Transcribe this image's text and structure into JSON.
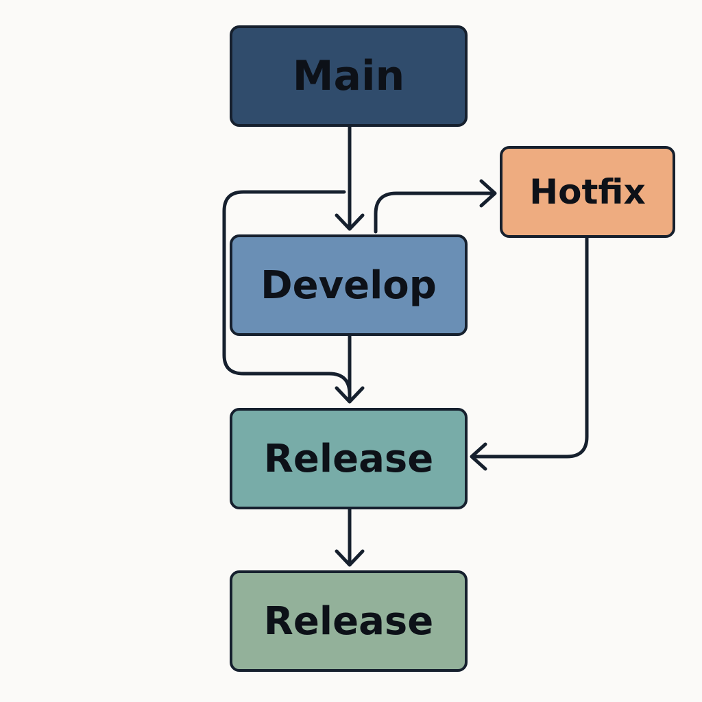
{
  "nodes": {
    "main": {
      "label": "Main",
      "color": "#304c6c"
    },
    "develop": {
      "label": "Develop",
      "color": "#6a8fb5"
    },
    "hotfix": {
      "label": "Hotfix",
      "color": "#eeac80"
    },
    "release": {
      "label": "Release",
      "color": "#78aca8"
    },
    "release_2": {
      "label": "Release",
      "color": "#93b19a"
    }
  },
  "edges": [
    {
      "from": "main",
      "to": "develop"
    },
    {
      "from": "main",
      "to": "release"
    },
    {
      "from": "develop",
      "to": "hotfix"
    },
    {
      "from": "develop",
      "to": "release"
    },
    {
      "from": "hotfix",
      "to": "release"
    },
    {
      "from": "release",
      "to": "release_2"
    }
  ],
  "colors": {
    "background": "#fbfaf8",
    "stroke": "#16202e"
  }
}
